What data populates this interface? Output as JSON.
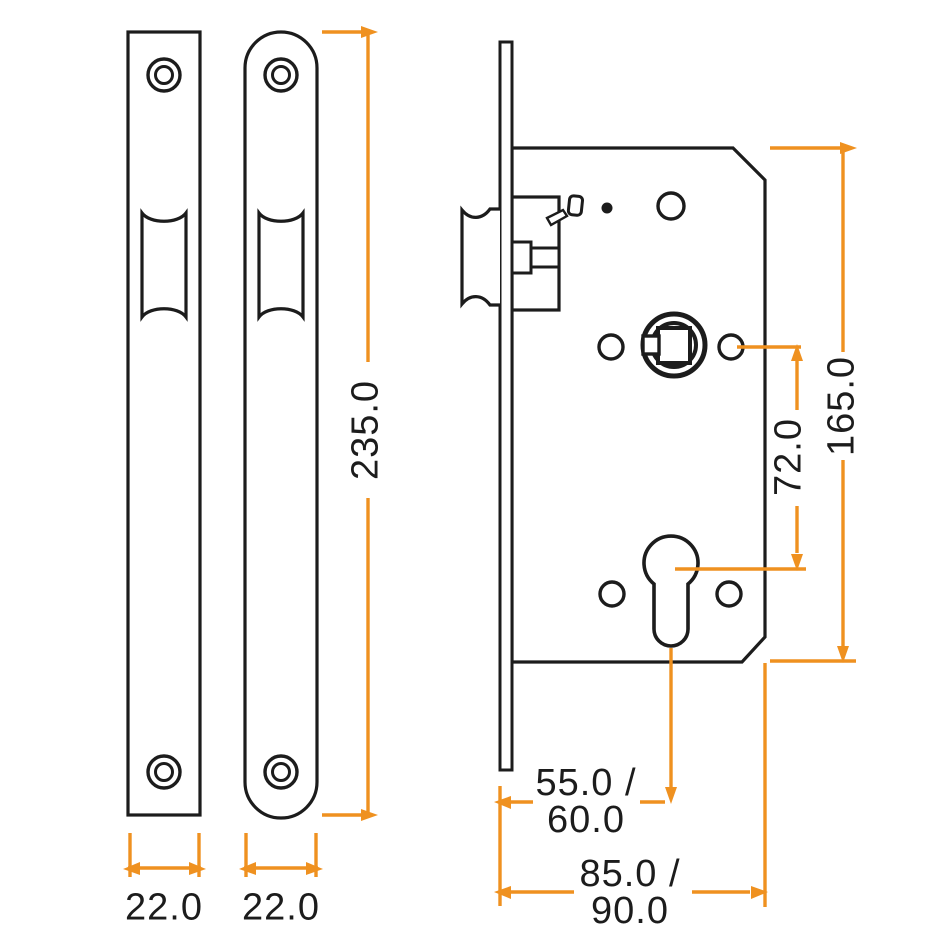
{
  "diagram_title": "mortice-lock-case-technical-drawing",
  "colors": {
    "outline": "#1c1c1c",
    "dimension": "#EF9120",
    "background": "#ffffff"
  },
  "parts": {
    "plate1": "square-end-faceplate",
    "plate2": "radius-end-faceplate",
    "lockcase": "lock-case-side-view"
  },
  "labels": {
    "plate1_width": "22.0",
    "plate2_width": "22.0",
    "plate_height": "235.0",
    "hub_to_cylinder_centres": "72.0",
    "case_height": "165.0",
    "backset_line1": "55.0 /",
    "backset_line2": "60.0",
    "case_depth_line1": "85.0 /",
    "case_depth_line2": "90.0"
  }
}
